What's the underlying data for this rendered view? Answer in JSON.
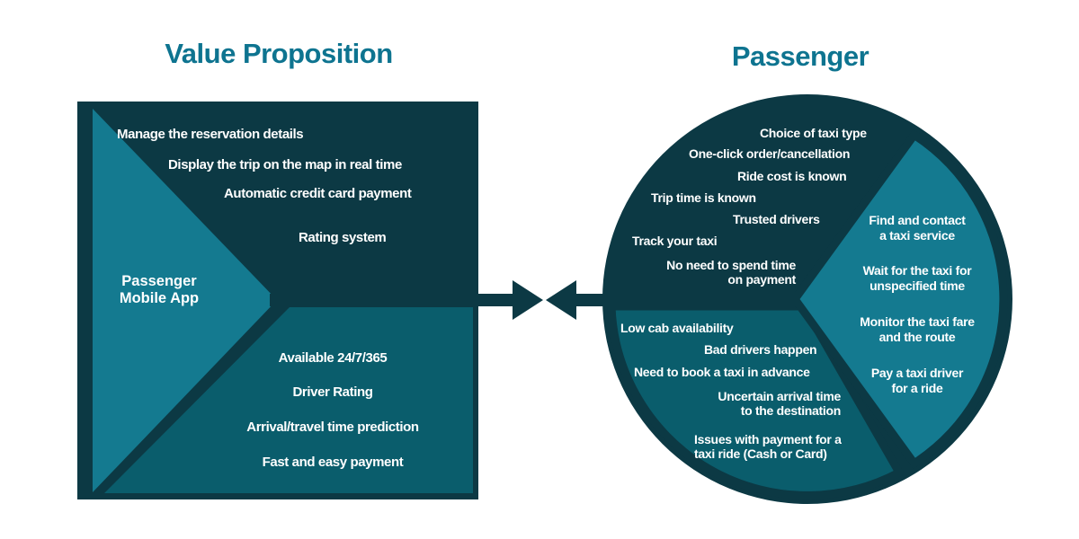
{
  "titles": {
    "left": "Value Proposition",
    "right": "Passenger"
  },
  "colors": {
    "navy": "#0C3944",
    "deep_teal": "#0A5D6C",
    "bright_teal": "#147A90",
    "title_teal": "#0E7490",
    "text": "#FFFFFF"
  },
  "value_proposition": {
    "label": "Passenger\nMobile App",
    "top_items": [
      "Manage the reservation details",
      "Display the trip on the map in real time",
      "Automatic credit card payment",
      "Rating system"
    ],
    "bottom_items": [
      "Available 24/7/365",
      "Driver Rating",
      "Arrival/travel time prediction",
      "Fast and easy payment"
    ]
  },
  "passenger": {
    "gains": [
      "Choice of taxi type",
      "One-click order/cancellation",
      "Ride cost is known",
      "Trip time is known",
      "Trusted drivers",
      "Track your taxi",
      "No need to spend time\non payment"
    ],
    "pains": [
      "Low cab availability",
      "Bad drivers happen",
      "Need to book a taxi in advance",
      "Uncertain arrival time\nto the destination",
      "Issues with payment for a\ntaxi ride (Cash or Card)"
    ],
    "jobs": [
      "Find and contact\na taxi service",
      "Wait for the taxi for\nunspecified time",
      "Monitor the taxi fare\nand the route",
      "Pay a taxi driver\nfor a ride"
    ]
  }
}
